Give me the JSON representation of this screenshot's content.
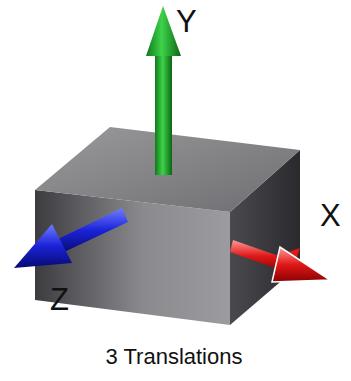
{
  "diagram": {
    "caption": "3 Translations",
    "labels": [
      "Y",
      "X",
      "Z"
    ]
  }
}
